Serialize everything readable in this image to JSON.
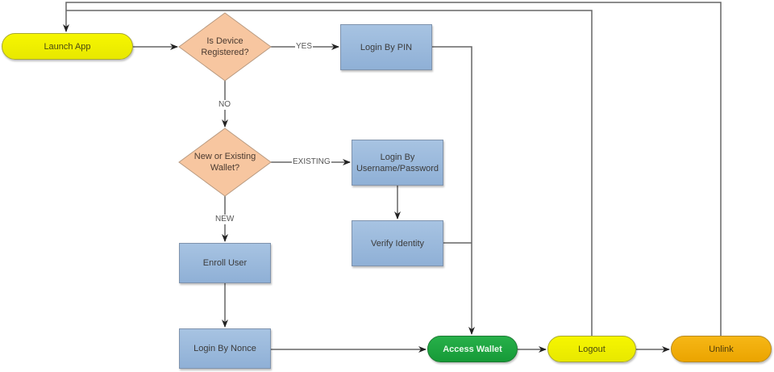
{
  "diagram": {
    "type": "flowchart",
    "nodes": {
      "launch_app": {
        "label": "Launch App",
        "shape": "terminal",
        "color": "#f2f200"
      },
      "is_device_registered": {
        "label": "Is Device Registered?",
        "line1": "Is Device",
        "line2": "Registered?",
        "shape": "decision",
        "color": "#f7c6a0"
      },
      "login_by_pin": {
        "label": "Login By PIN",
        "shape": "process",
        "color": "#9dbbdd"
      },
      "new_or_existing_wallet": {
        "label": "New or Existing Wallet?",
        "line1": "New or Existing",
        "line2": "Wallet?",
        "shape": "decision",
        "color": "#f7c6a0"
      },
      "login_by_username": {
        "label": "Login By Username/Password",
        "line1": "Login By",
        "line2": "Username/Password",
        "shape": "process",
        "color": "#9dbbdd"
      },
      "verify_identity": {
        "label": "Verify Identity",
        "shape": "process",
        "color": "#9dbbdd"
      },
      "enroll_user": {
        "label": "Enroll User",
        "shape": "process",
        "color": "#9dbbdd"
      },
      "login_by_nonce": {
        "label": "Login By Nonce",
        "shape": "process",
        "color": "#9dbbdd"
      },
      "access_wallet": {
        "label": "Access Wallet",
        "shape": "terminal",
        "color": "#1fa640"
      },
      "logout": {
        "label": "Logout",
        "shape": "terminal",
        "color": "#f2f200"
      },
      "unlink": {
        "label": "Unlink",
        "shape": "terminal",
        "color": "#f0ad0a"
      }
    },
    "edges": [
      {
        "from": "launch_app",
        "to": "is_device_registered",
        "label": ""
      },
      {
        "from": "is_device_registered",
        "to": "login_by_pin",
        "label": "YES"
      },
      {
        "from": "is_device_registered",
        "to": "new_or_existing_wallet",
        "label": "NO"
      },
      {
        "from": "new_or_existing_wallet",
        "to": "login_by_username",
        "label": "EXISTING"
      },
      {
        "from": "new_or_existing_wallet",
        "to": "enroll_user",
        "label": "NEW"
      },
      {
        "from": "login_by_username",
        "to": "verify_identity",
        "label": ""
      },
      {
        "from": "verify_identity",
        "to": "access_wallet",
        "label": ""
      },
      {
        "from": "login_by_pin",
        "to": "access_wallet",
        "label": ""
      },
      {
        "from": "enroll_user",
        "to": "login_by_nonce",
        "label": ""
      },
      {
        "from": "login_by_nonce",
        "to": "access_wallet",
        "label": ""
      },
      {
        "from": "access_wallet",
        "to": "logout",
        "label": ""
      },
      {
        "from": "logout",
        "to": "unlink",
        "label": ""
      },
      {
        "from": "logout",
        "to": "launch_app",
        "label": ""
      },
      {
        "from": "unlink",
        "to": "launch_app",
        "label": ""
      }
    ],
    "edge_labels": {
      "yes": "YES",
      "no": "NO",
      "existing": "EXISTING",
      "new": "NEW"
    },
    "line_color": "#555555"
  }
}
